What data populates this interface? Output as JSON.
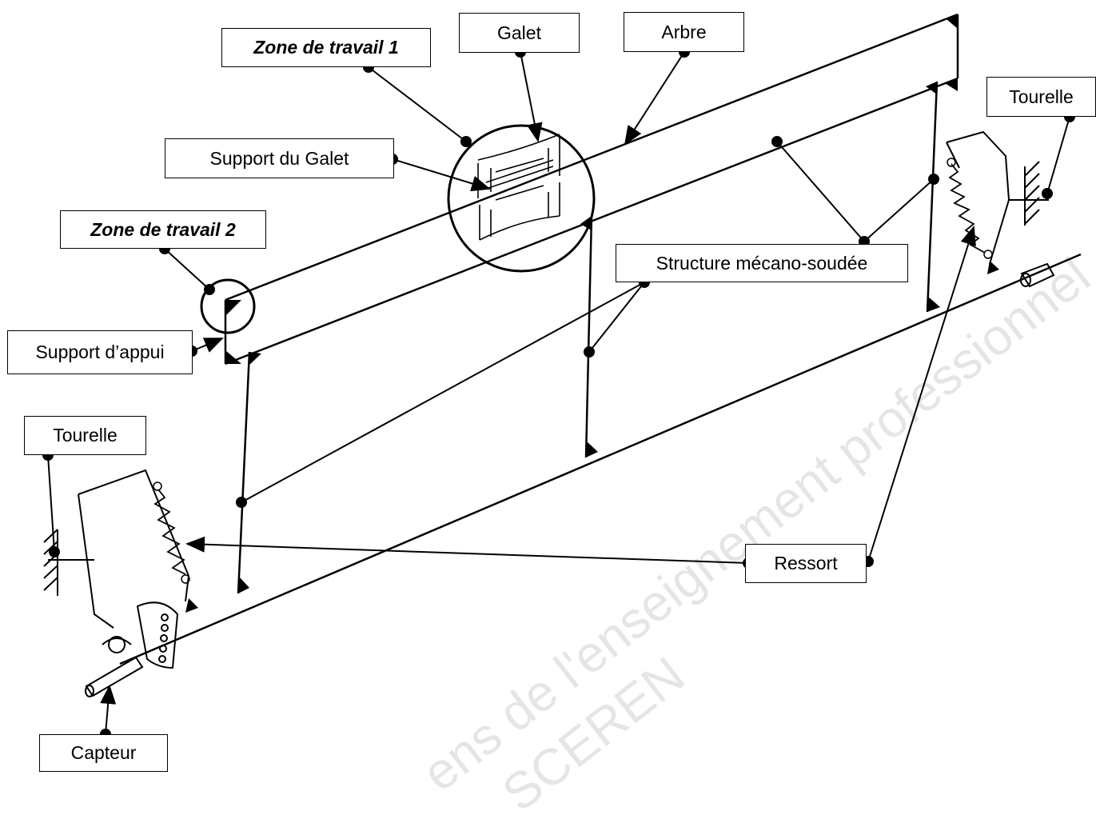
{
  "labels": {
    "zone1": "Zone de travail 1",
    "galet": "Galet",
    "arbre": "Arbre",
    "tourelle_right": "Tourelle",
    "support_galet": "Support du Galet",
    "zone2": "Zone de travail 2",
    "structure": "Structure mécano-soudée",
    "support_appui": "Support d’appui",
    "tourelle_left": "Tourelle",
    "ressort": "Ressort",
    "capteur": "Capteur"
  },
  "watermark": {
    "line1": "ens de l'enseignement professionnel",
    "line2": "SCEREN"
  }
}
